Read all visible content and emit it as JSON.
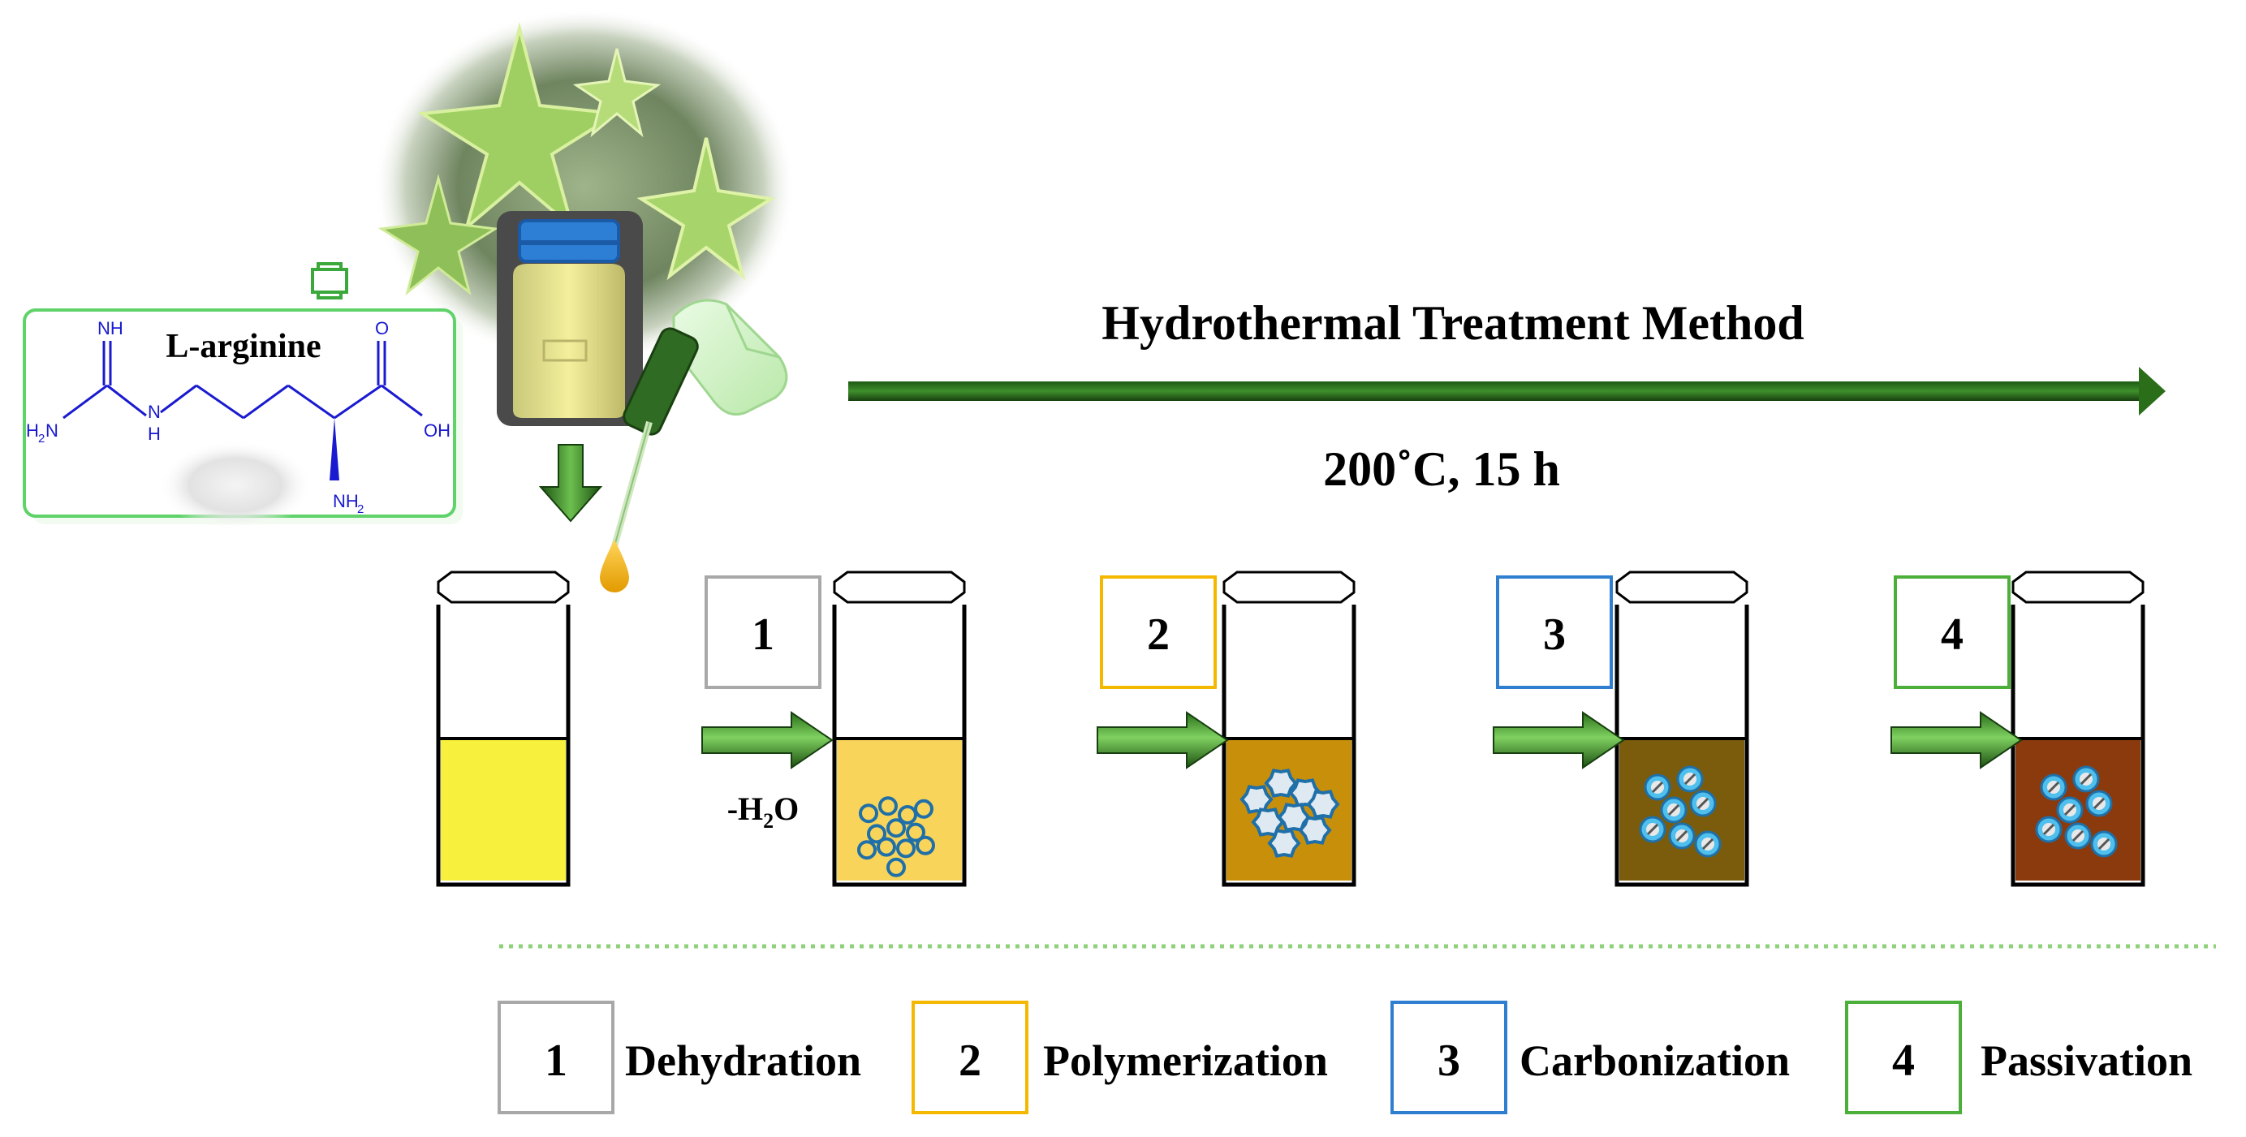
{
  "header": {
    "method_title": "Hydrothermal Treatment Method",
    "condition": "200˚C, 15 h"
  },
  "precursor": {
    "name": "L-arginine",
    "atoms": {
      "nh": "NH",
      "h2n_left": "H",
      "h2n_sub": "2",
      "h2n_n": "N",
      "nh_bottom": "H",
      "nh_n": "N",
      "o": "O",
      "oh": "OH",
      "nh2": "NH",
      "nh2_sub": "2"
    }
  },
  "water_loss": {
    "prefix": "-H",
    "sub": "2",
    "suffix": "O"
  },
  "steps": [
    {
      "number": "1",
      "label": "Dehydration",
      "color": "#a8a8a8"
    },
    {
      "number": "2",
      "label": "Polymerization",
      "color": "#f5b800"
    },
    {
      "number": "3",
      "label": "Carbonization",
      "color": "#2f7fd0"
    },
    {
      "number": "4",
      "label": "Passivation",
      "color": "#4caf3a"
    }
  ],
  "beakers": [
    {
      "liquid_color": "#f7f03c",
      "particles": "none"
    },
    {
      "liquid_color": "#f8d45a",
      "particles": "rings"
    },
    {
      "liquid_color": "#c8900a",
      "particles": "flakes"
    },
    {
      "liquid_color": "#7a5c0c",
      "particles": "dots"
    },
    {
      "liquid_color": "#8a3a0c",
      "particles": "dots"
    }
  ],
  "colors": {
    "arrow_dark": "#1e5a14",
    "arrow_mid": "#3f8f2c",
    "arrow_light": "#7fd160",
    "precursor_box": "#5fd36a",
    "molecule": "#1a1ad0",
    "divider": "#8fd27a"
  }
}
